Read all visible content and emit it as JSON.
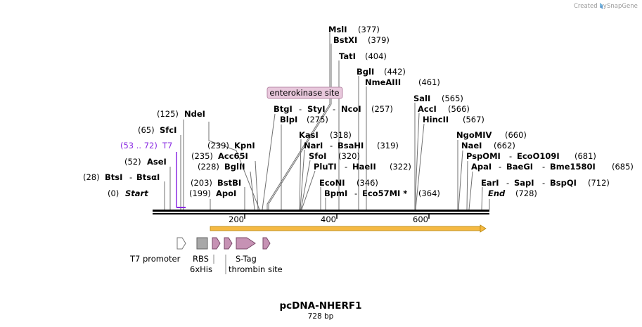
{
  "watermark": {
    "text": "Created by",
    "brand": "SnapGene"
  },
  "title": "pcDNA-NHERF1",
  "subtitle": "728 bp",
  "total_bp": 728,
  "colors": {
    "feature": "#c692b4",
    "site": "#e8c8dc",
    "orf": "#f5b942",
    "gray": "#a8a8a8",
    "t7": "#8a2be2"
  },
  "enzymes": {
    "msli": {
      "name": "MslI",
      "pos": "(377)"
    },
    "bstxi": {
      "name": "BstXI",
      "pos": "(379)"
    },
    "tati": {
      "name": "TatI",
      "pos": "(404)"
    },
    "bgli": {
      "name": "BglI",
      "pos": "(442)"
    },
    "nmeaiii": {
      "name": "NmeAIII",
      "pos": "(461)"
    },
    "btgi": {
      "name": "BtgI",
      "sep1": "-",
      "name2": "StyI",
      "sep2": "-",
      "name3": "NcoI",
      "pos": "(257)"
    },
    "blpi": {
      "name": "BlpI",
      "pos": "(275)"
    },
    "sali": {
      "name": "SalI",
      "pos": "(565)"
    },
    "acci": {
      "name": "AccI",
      "pos": "(566)"
    },
    "hincii": {
      "name": "HincII",
      "pos": "(567)"
    },
    "ndei": {
      "name": "NdeI",
      "pos": "(125)"
    },
    "sfci": {
      "name": "SfcI",
      "pos": "(65)"
    },
    "asei": {
      "name": "AseI",
      "pos": "(52)"
    },
    "btsi": {
      "name": "BtsI",
      "sep1": "-",
      "name2": "BtsαI",
      "pos": "(28)"
    },
    "start": {
      "name": "Start",
      "pos": "(0)"
    },
    "kpni": {
      "name": "KpnI",
      "pos": "(239)"
    },
    "acc65i": {
      "name": "Acc65I",
      "pos": "(235)"
    },
    "bglii": {
      "name": "BglII",
      "pos": "(228)"
    },
    "bstbi": {
      "name": "BstBI",
      "pos": "(203)"
    },
    "apoi": {
      "name": "ApoI",
      "pos": "(199)"
    },
    "kasi": {
      "name": "KasI",
      "pos": "(318)"
    },
    "nari": {
      "name": "NarI",
      "sep1": "-",
      "name2": "BsaHI",
      "pos": "(319)"
    },
    "sfoi": {
      "name": "SfoI",
      "pos": "(320)"
    },
    "pluti": {
      "name": "PluTI",
      "sep1": "-",
      "name2": "HaeII",
      "pos": "(322)"
    },
    "econi": {
      "name": "EcoNI",
      "pos": "(346)"
    },
    "bpmi": {
      "name": "BpmI",
      "sep1": "-",
      "name2": "Eco57MI *",
      "pos": "(364)"
    },
    "ngomiv": {
      "name": "NgoMIV",
      "pos": "(660)"
    },
    "naei": {
      "name": "NaeI",
      "pos": "(662)"
    },
    "pspomi": {
      "name": "PspOMI",
      "sep1": "-",
      "name2": "EcoO109I",
      "pos": "(681)"
    },
    "apai": {
      "name": "ApaI",
      "sep1": "-",
      "name2": "BaeGI",
      "sep2": "-",
      "name3": "Bme1580I",
      "pos": "(685)"
    },
    "eari": {
      "name": "EarI",
      "sep1": "-",
      "name2": "SapI",
      "sep2": "-",
      "name3": "BspQI",
      "pos": "(712)"
    },
    "end": {
      "name": "End",
      "pos": "(728)"
    }
  },
  "t7_site": {
    "range": "(53 .. 72)",
    "name": "T7"
  },
  "enterokinase": {
    "label": "enterokinase site"
  },
  "ruler": {
    "ticks": [
      "200",
      "400",
      "600"
    ]
  },
  "features": {
    "t7_promoter": "T7 promoter",
    "rbs": "RBS",
    "his": "6xHis",
    "stag": "S-Tag",
    "thrombin": "thrombin site"
  }
}
